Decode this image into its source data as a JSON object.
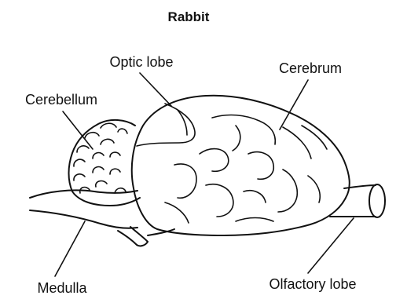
{
  "diagram": {
    "title": "Rabbit",
    "labels": {
      "optic_lobe": "Optic lobe",
      "cerebrum": "Cerebrum",
      "cerebellum": "Cerebellum",
      "medulla": "Medulla",
      "olfactory_lobe": "Olfactory lobe"
    }
  }
}
